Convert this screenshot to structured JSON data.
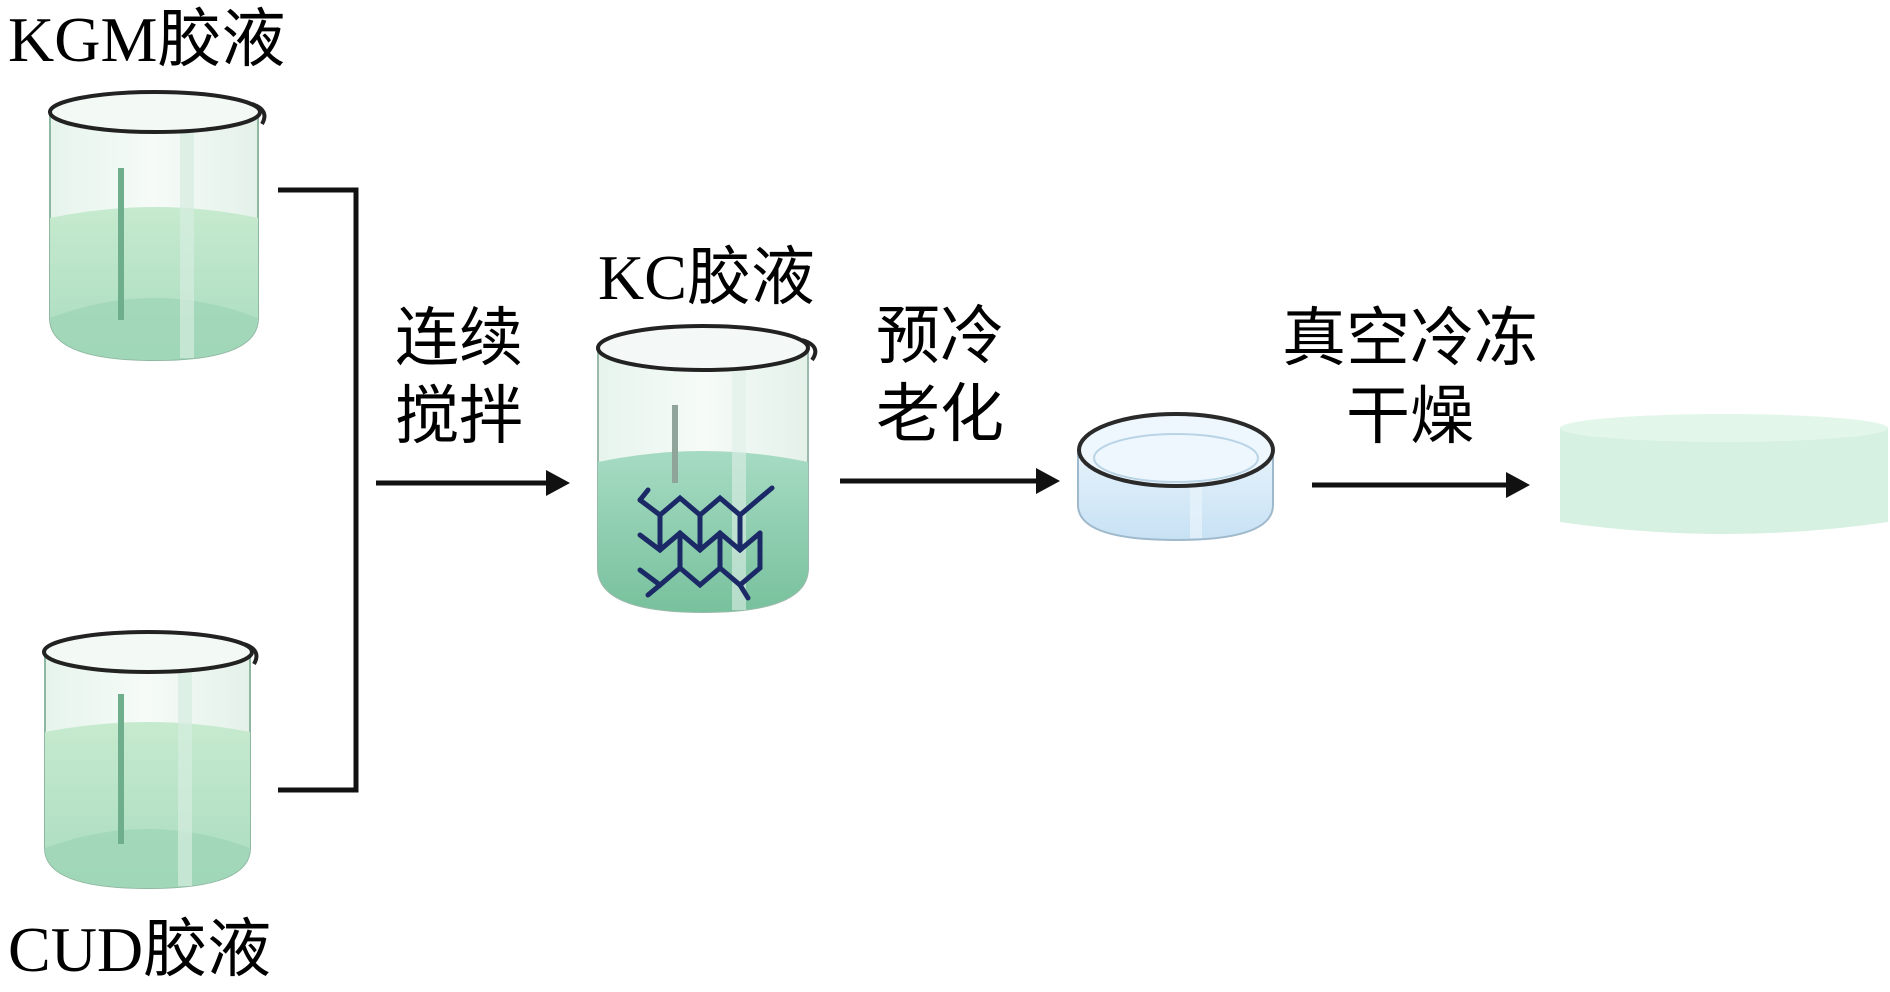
{
  "labels": {
    "kgm_gel": "KGM胶液",
    "cud_gel": "CUD胶液",
    "kc_gel": "KC胶液"
  },
  "steps": {
    "stir_line1": "连续",
    "stir_line2": "搅拌",
    "precool_line1": "预冷",
    "precool_line2": "老化",
    "freeze_line1": "真空冷冻",
    "freeze_line2": "干燥"
  },
  "icons": {
    "kgm_beaker": "beaker-icon",
    "cud_beaker": "beaker-icon",
    "kc_beaker": "beaker-with-network-icon",
    "dish": "petri-dish-icon",
    "product": "dried-film-icon"
  },
  "colors": {
    "gel_green": "#bfe6cf",
    "gel_green_dark": "#96d2ad",
    "kc_fill": "#8fcfb0",
    "network": "#1b2a66",
    "dish_blue": "#cfe6f7",
    "product": "#d5f0e0",
    "line": "#111111"
  }
}
